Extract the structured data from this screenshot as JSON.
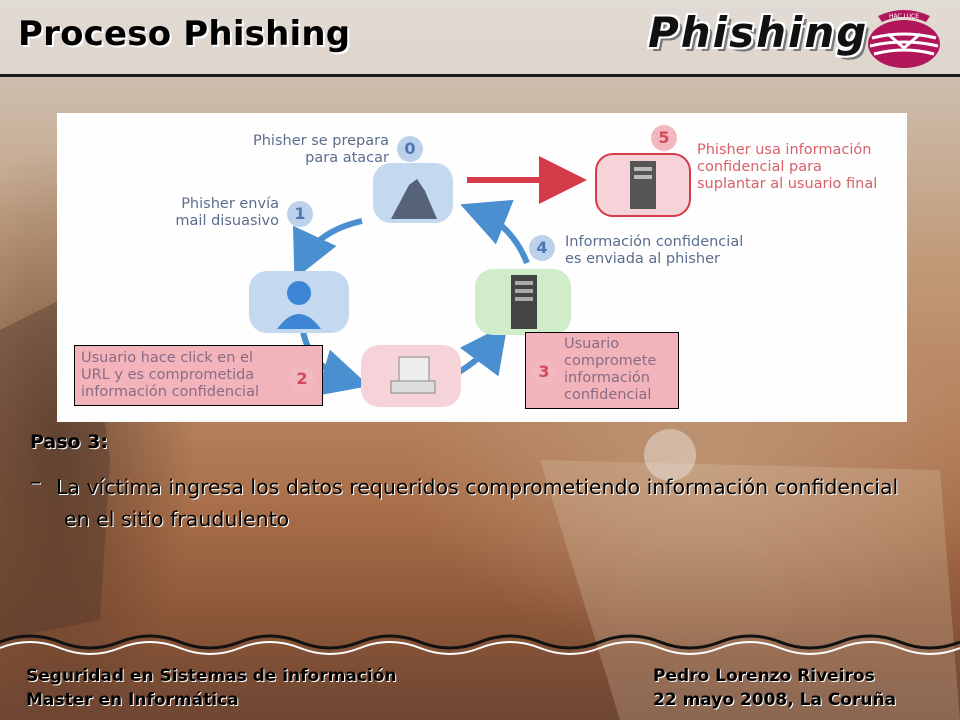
{
  "header": {
    "title": "Proceso Phishing",
    "brand_word": "Phishing",
    "logo_text": "HAC LUCE"
  },
  "diagram": {
    "step0": {
      "number": "0",
      "label_line1": "Phisher se prepara",
      "label_line2": "para atacar"
    },
    "step1": {
      "number": "1",
      "label_line1": "Phisher envía",
      "label_line2": "mail disuasivo"
    },
    "step2": {
      "number": "2",
      "label_line1": "Usuario hace click en el",
      "label_line2": "URL y es comprometida",
      "label_line3": "información confidencial"
    },
    "step3": {
      "number": "3",
      "label_line1": "Usuario",
      "label_line2": "compromete",
      "label_line3": "información",
      "label_line4": "confidencial"
    },
    "step4": {
      "number": "4",
      "label_line1": "Información confidencial",
      "label_line2": "es enviada al phisher"
    },
    "step5": {
      "number": "5",
      "label_line1": "Phisher usa información",
      "label_line2": "confidencial para",
      "label_line3": "suplantar al usuario final"
    }
  },
  "content": {
    "heading": "Paso 3:",
    "bullet_marker": "–",
    "bullet_line1": "La víctima ingresa los datos requeridos comprometiendo información confidencial",
    "bullet_line2": "en el sitio fraudulento"
  },
  "footer": {
    "left_line1": "Seguridad en Sistemas de información",
    "left_line2": "Master en Informática",
    "right_line1": "Pedro Lorenzo Riveiros",
    "right_line2": "22 mayo 2008, La Coruña"
  },
  "colors": {
    "accent_pink": "#d8606b",
    "accent_blue": "#5a6d8e",
    "highlight_box": "#f2b3bb"
  }
}
